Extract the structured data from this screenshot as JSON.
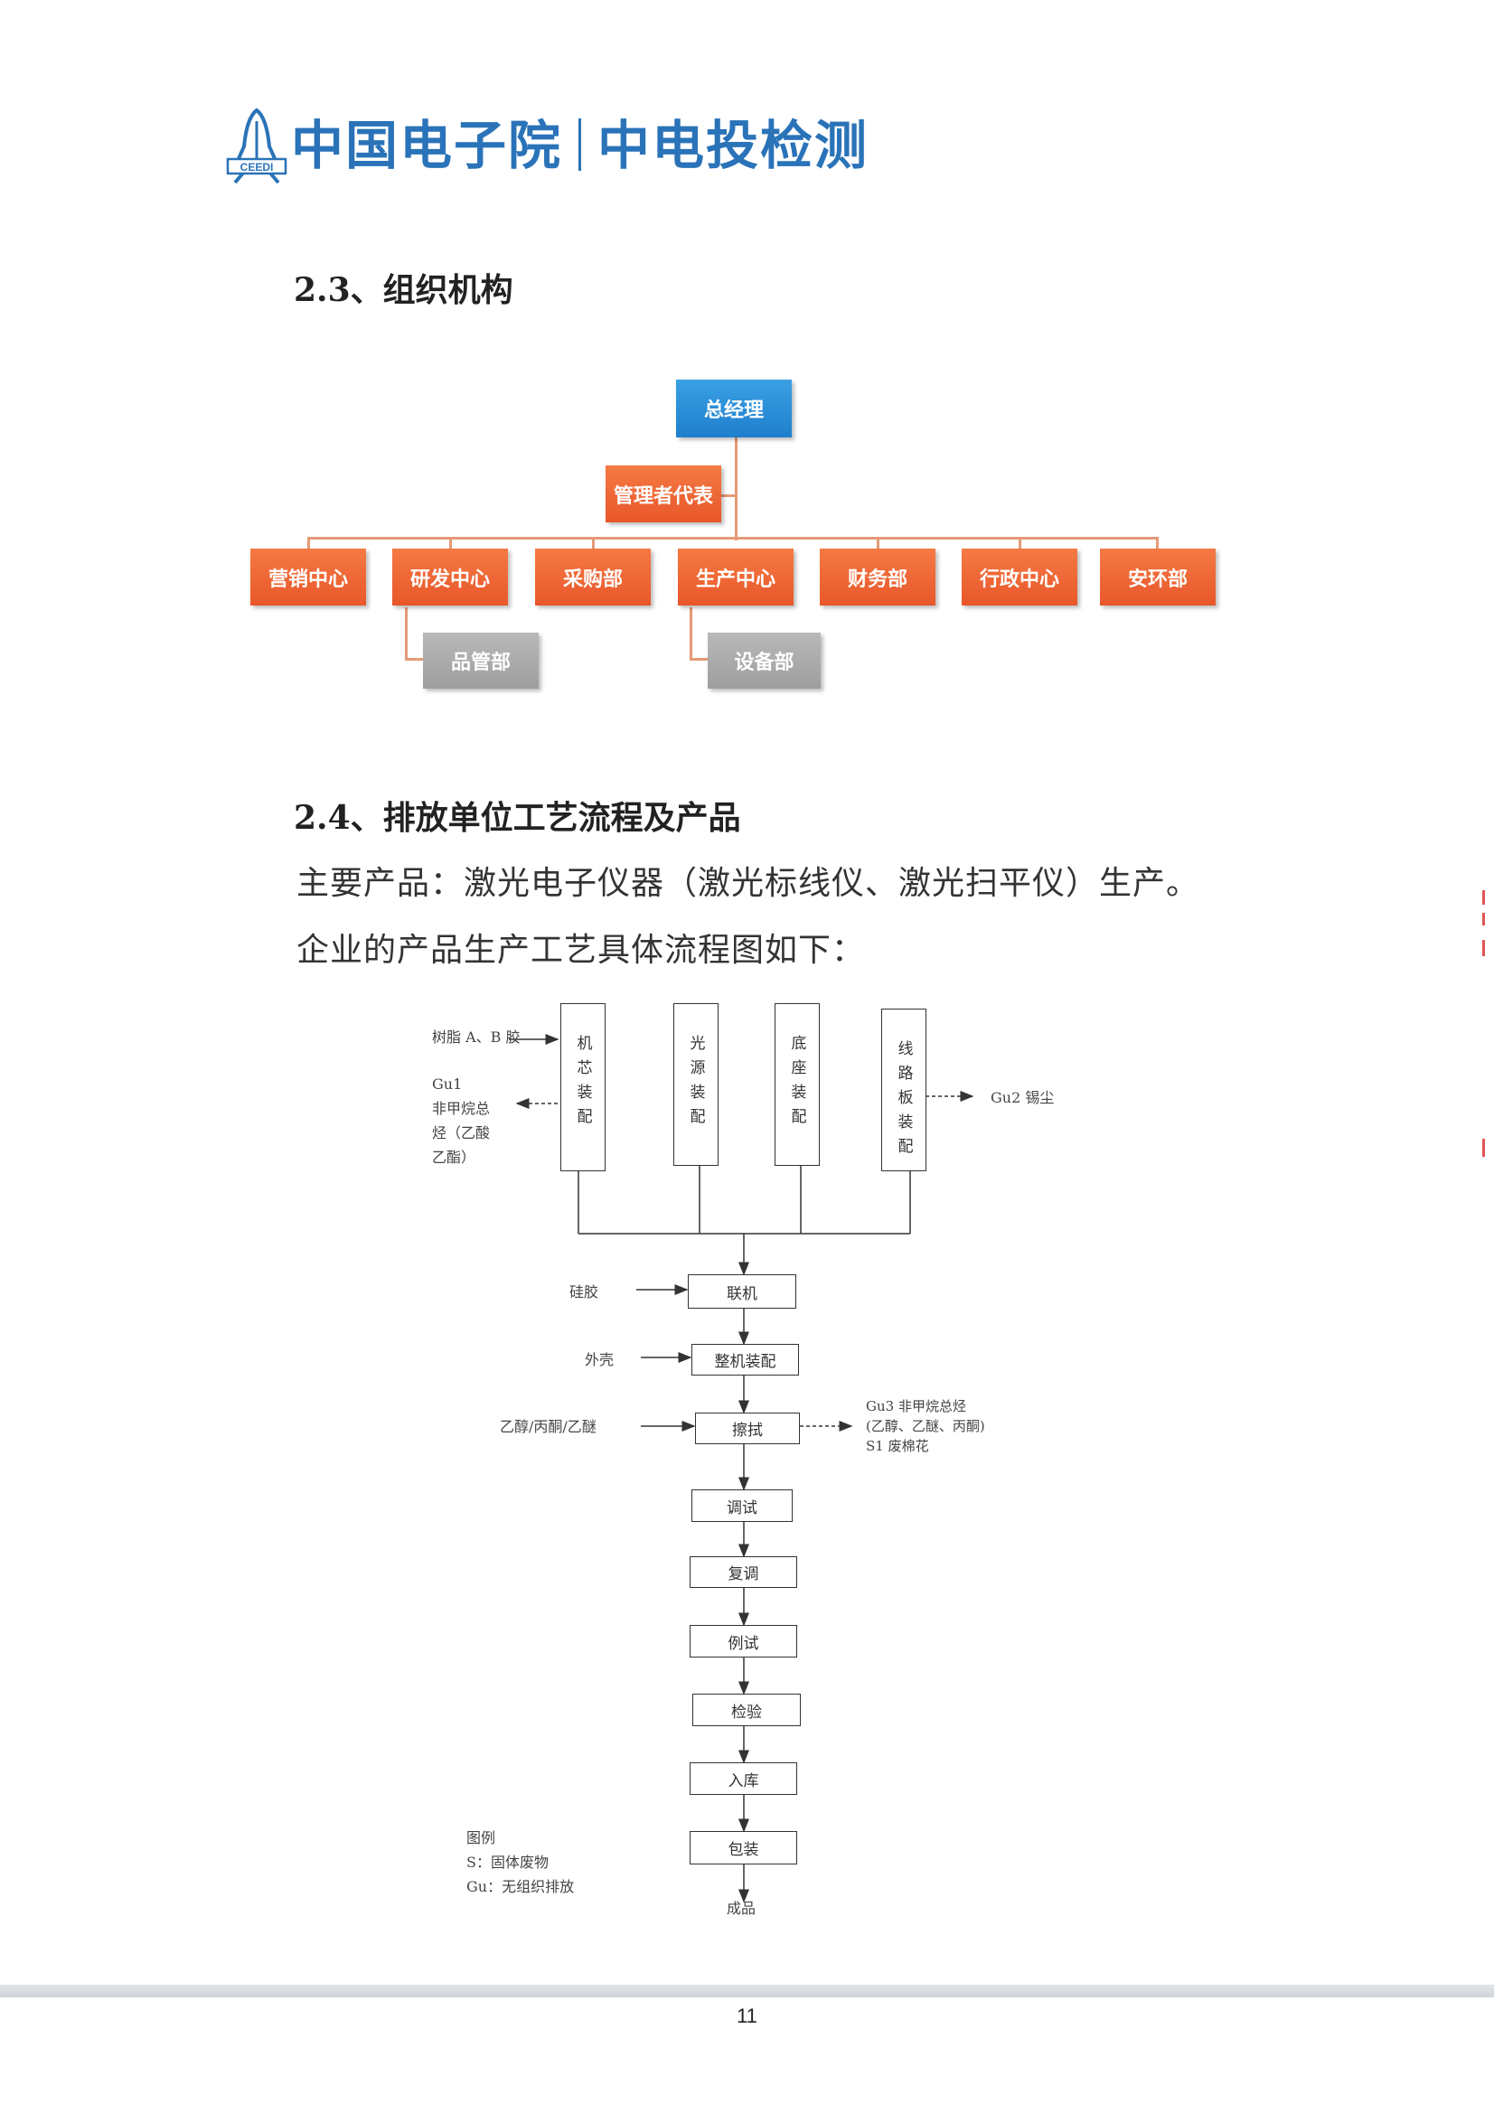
{
  "header": {
    "logo_text": "CEEDI",
    "org1": "中国电子院",
    "org2": "中电投检测"
  },
  "section_org": {
    "title": "2.3、组织机构"
  },
  "org_chart": {
    "top": "总经理",
    "rep": "管理者代表",
    "departments": [
      "营销中心",
      "研发中心",
      "采购部",
      "生产中心",
      "财务部",
      "行政中心",
      "安环部"
    ],
    "sub_rd": "品管部",
    "sub_prod": "设备部",
    "colors": {
      "top": "#2a8fd8",
      "dept": "#ee6535",
      "sub": "#aaaaaa"
    }
  },
  "section_process": {
    "title": "2.4、排放单位工艺流程及产品",
    "line1": "主要产品：激光电子仪器（激光标线仪、激光扫平仪）生产。",
    "line2": "企业的产品生产工艺具体流程图如下："
  },
  "flow": {
    "columns": [
      "机芯装配",
      "光源装配",
      "底座装配",
      "线路板装配"
    ],
    "input_resin": "树脂 A、B 胶",
    "g1": [
      "Gu1",
      "非甲烷总",
      "烃（乙酸",
      "乙酯）"
    ],
    "g2": "Gu2 锡尘",
    "steps": [
      "联机",
      "整机装配",
      "擦拭",
      "调试",
      "复调",
      "例试",
      "检验",
      "入库",
      "包装"
    ],
    "inputs": {
      "silica": "硅胶",
      "shell": "外壳",
      "solvents": "乙醇/丙酮/乙醚"
    },
    "g3": [
      "Gu3 非甲烷总烃",
      "(乙醇、乙醚、丙酮)",
      "S1 废棉花"
    ],
    "final": "成品",
    "legend": [
      "图例",
      "S：固体废物",
      "Gu：无组织排放"
    ]
  },
  "page_number": "11"
}
